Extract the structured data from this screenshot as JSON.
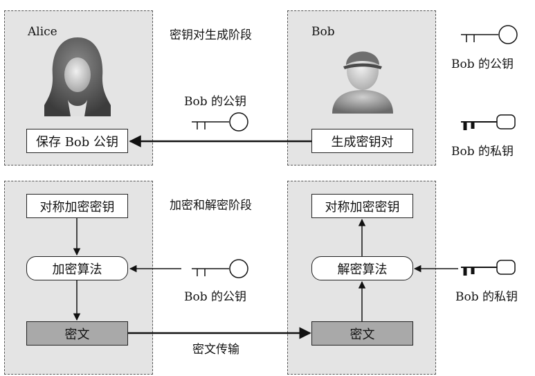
{
  "phases": {
    "keygen_title": "密钥对生成阶段",
    "crypto_title": "加密和解密阶段"
  },
  "alice": {
    "name": "Alice",
    "save_key": "保存 Bob 公钥",
    "sym_key": "对称加密密钥",
    "encrypt": "加密算法",
    "ciphertext": "密文"
  },
  "bob": {
    "name": "Bob",
    "gen_keypair": "生成密钥对",
    "sym_key": "对称加密密钥",
    "decrypt": "解密算法",
    "ciphertext": "密文"
  },
  "labels": {
    "transfer_public_key": "Bob 的公钥",
    "encrypt_public_key": "Bob 的公钥",
    "decrypt_private_key": "Bob 的私钥",
    "cipher_transfer": "密文传输"
  },
  "legend": {
    "public_key": "Bob 的公钥",
    "private_key": "Bob 的私钥"
  },
  "icons": {
    "alice_avatar": "female-user-icon",
    "bob_avatar": "male-user-icon",
    "public_key": "public-key-icon",
    "private_key": "private-key-icon"
  }
}
